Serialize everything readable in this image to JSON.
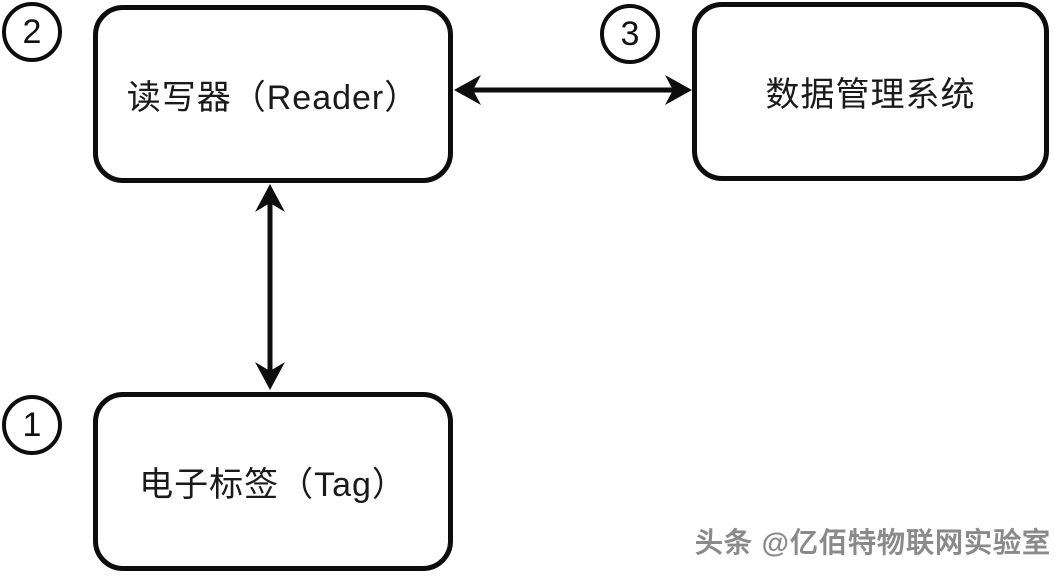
{
  "nodes": {
    "tag": {
      "badge": "1",
      "label": "电子标签（Tag）"
    },
    "reader": {
      "badge": "2",
      "label": "读写器（Reader）"
    },
    "dms": {
      "badge": "3",
      "label": "数据管理系统"
    }
  },
  "edges": [
    {
      "from": "tag",
      "to": "reader",
      "type": "double-headed-arrow",
      "orientation": "vertical"
    },
    {
      "from": "reader",
      "to": "dms",
      "type": "double-headed-arrow",
      "orientation": "horizontal"
    }
  ],
  "watermark": "头条 @亿佰特物联网实验室",
  "colors": {
    "stroke": "#0d0d0d",
    "background": "#ffffff",
    "watermark": "#8a8a8a"
  }
}
